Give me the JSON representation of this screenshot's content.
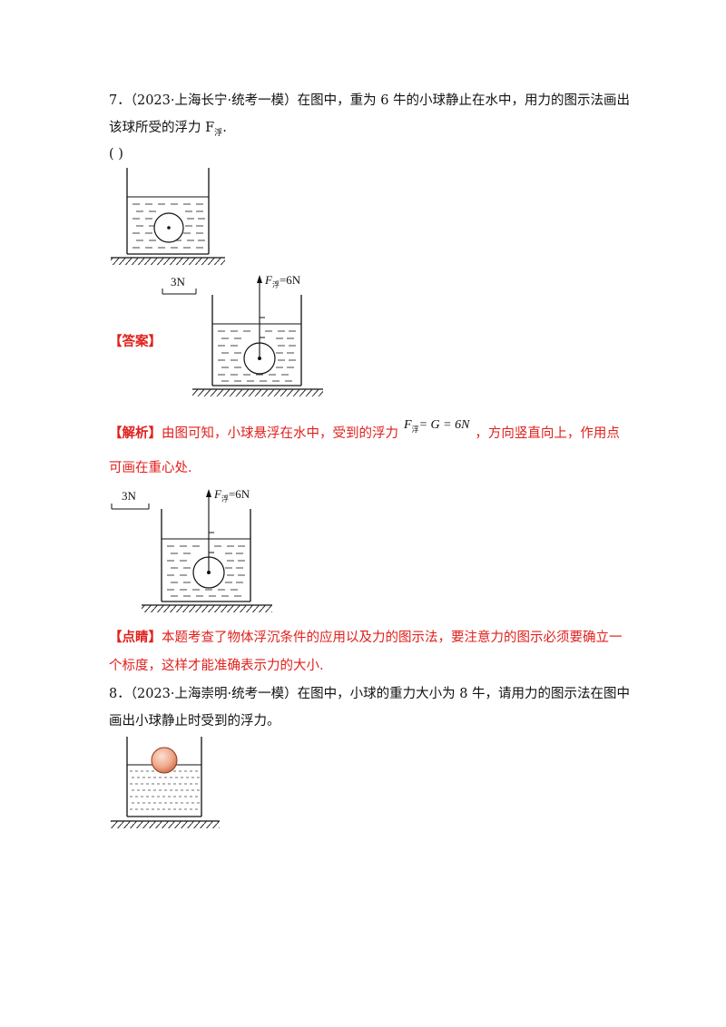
{
  "q7": {
    "line1": "7．（2023·上海长宁·统考一模）在图中，重为 6 牛的小球静止在水中，用力的图示法画出",
    "line2_pre": "该球所受的浮力 F",
    "line2_sub": "浮",
    "line2_post": ".",
    "blank": "(              )",
    "answer_label": "【答案】",
    "analysis_label": "【解析】",
    "analysis_text": "由图可知，小球悬浮在水中，受到的浮力",
    "analysis_text2": "，方向竖直向上，作用点",
    "analysis_line2": "可画在重心处.",
    "formula_f": "F",
    "formula_sub": "浮",
    "formula_rest": "= G = 6N",
    "comment_label": "【点睛】",
    "comment_text1": "本题考查了物体浮沉条件的应用以及力的图示法，要注意力的图示必须要确立一",
    "comment_text2": "个标度，这样才能准确表示力的大小.",
    "scale_label": "3N",
    "force_f": "F",
    "force_sub": "浮",
    "force_val": "=6N"
  },
  "q8": {
    "line1": "8．（2023·上海崇明·统考一模）在图中，小球的重力大小为 8 牛，请用力的图示法在图中",
    "line2": "画出小球静止时受到的浮力。"
  },
  "colors": {
    "answer_red": "#e0201c",
    "ball_fill": "#f0a88a",
    "ball_stroke": "#8a3a1c"
  }
}
